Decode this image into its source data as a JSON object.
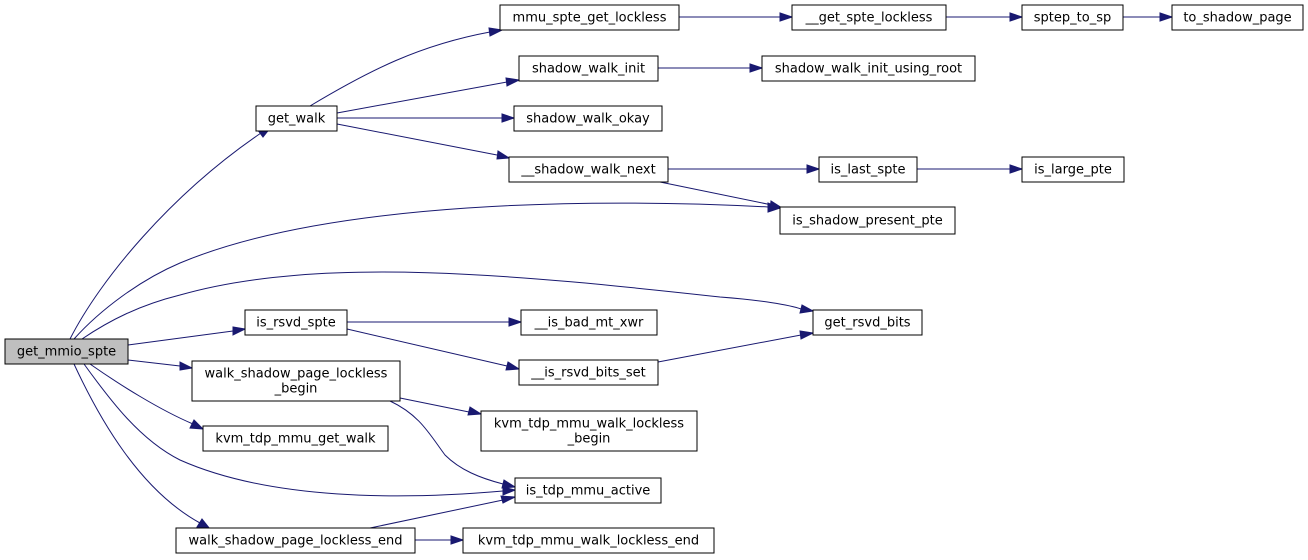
{
  "graph": {
    "nodes": [
      {
        "id": "get_mmio_spte",
        "lines": [
          "get_mmio_spte"
        ],
        "root": true
      },
      {
        "id": "get_walk",
        "lines": [
          "get_walk"
        ]
      },
      {
        "id": "mmu_spte_get_lockless",
        "lines": [
          "mmu_spte_get_lockless"
        ]
      },
      {
        "id": "__get_spte_lockless",
        "lines": [
          "__get_spte_lockless"
        ]
      },
      {
        "id": "sptep_to_sp",
        "lines": [
          "sptep_to_sp"
        ]
      },
      {
        "id": "to_shadow_page",
        "lines": [
          "to_shadow_page"
        ]
      },
      {
        "id": "shadow_walk_init",
        "lines": [
          "shadow_walk_init"
        ]
      },
      {
        "id": "shadow_walk_init_using_root",
        "lines": [
          "shadow_walk_init_using_root"
        ]
      },
      {
        "id": "shadow_walk_okay",
        "lines": [
          "shadow_walk_okay"
        ]
      },
      {
        "id": "__shadow_walk_next",
        "lines": [
          "__shadow_walk_next"
        ]
      },
      {
        "id": "is_last_spte",
        "lines": [
          "is_last_spte"
        ]
      },
      {
        "id": "is_large_pte",
        "lines": [
          "is_large_pte"
        ]
      },
      {
        "id": "is_shadow_present_pte",
        "lines": [
          "is_shadow_present_pte"
        ]
      },
      {
        "id": "get_rsvd_bits",
        "lines": [
          "get_rsvd_bits"
        ]
      },
      {
        "id": "is_rsvd_spte",
        "lines": [
          "is_rsvd_spte"
        ]
      },
      {
        "id": "__is_bad_mt_xwr",
        "lines": [
          "__is_bad_mt_xwr"
        ]
      },
      {
        "id": "__is_rsvd_bits_set",
        "lines": [
          "__is_rsvd_bits_set"
        ]
      },
      {
        "id": "walk_shadow_page_lockless_begin",
        "lines": [
          "walk_shadow_page_lockless",
          "_begin"
        ]
      },
      {
        "id": "kvm_tdp_mmu_walk_lockless_begin",
        "lines": [
          "kvm_tdp_mmu_walk_lockless",
          "_begin"
        ]
      },
      {
        "id": "kvm_tdp_mmu_get_walk",
        "lines": [
          "kvm_tdp_mmu_get_walk"
        ]
      },
      {
        "id": "is_tdp_mmu_active",
        "lines": [
          "is_tdp_mmu_active"
        ]
      },
      {
        "id": "walk_shadow_page_lockless_end",
        "lines": [
          "walk_shadow_page_lockless_end"
        ]
      },
      {
        "id": "kvm_tdp_mmu_walk_lockless_end",
        "lines": [
          "kvm_tdp_mmu_walk_lockless_end"
        ]
      }
    ],
    "edges": [
      {
        "from": "get_mmio_spte",
        "to": "get_walk"
      },
      {
        "from": "get_mmio_spte",
        "to": "is_shadow_present_pte"
      },
      {
        "from": "get_mmio_spte",
        "to": "get_rsvd_bits"
      },
      {
        "from": "get_mmio_spte",
        "to": "is_rsvd_spte"
      },
      {
        "from": "get_mmio_spte",
        "to": "walk_shadow_page_lockless_begin"
      },
      {
        "from": "get_mmio_spte",
        "to": "kvm_tdp_mmu_get_walk"
      },
      {
        "from": "get_mmio_spte",
        "to": "is_tdp_mmu_active"
      },
      {
        "from": "get_mmio_spte",
        "to": "walk_shadow_page_lockless_end"
      },
      {
        "from": "get_walk",
        "to": "mmu_spte_get_lockless"
      },
      {
        "from": "get_walk",
        "to": "shadow_walk_init"
      },
      {
        "from": "get_walk",
        "to": "shadow_walk_okay"
      },
      {
        "from": "get_walk",
        "to": "__shadow_walk_next"
      },
      {
        "from": "mmu_spte_get_lockless",
        "to": "__get_spte_lockless"
      },
      {
        "from": "__get_spte_lockless",
        "to": "sptep_to_sp"
      },
      {
        "from": "sptep_to_sp",
        "to": "to_shadow_page"
      },
      {
        "from": "shadow_walk_init",
        "to": "shadow_walk_init_using_root"
      },
      {
        "from": "__shadow_walk_next",
        "to": "is_last_spte"
      },
      {
        "from": "__shadow_walk_next",
        "to": "is_shadow_present_pte"
      },
      {
        "from": "is_last_spte",
        "to": "is_large_pte"
      },
      {
        "from": "is_rsvd_spte",
        "to": "__is_bad_mt_xwr"
      },
      {
        "from": "is_rsvd_spte",
        "to": "__is_rsvd_bits_set"
      },
      {
        "from": "__is_rsvd_bits_set",
        "to": "get_rsvd_bits"
      },
      {
        "from": "walk_shadow_page_lockless_begin",
        "to": "kvm_tdp_mmu_walk_lockless_begin"
      },
      {
        "from": "walk_shadow_page_lockless_begin",
        "to": "is_tdp_mmu_active"
      },
      {
        "from": "walk_shadow_page_lockless_end",
        "to": "is_tdp_mmu_active"
      },
      {
        "from": "walk_shadow_page_lockless_end",
        "to": "kvm_tdp_mmu_walk_lockless_end"
      }
    ]
  },
  "colors": {
    "edge": "#191970",
    "root_fill": "#bfbfbf",
    "node_fill": "#ffffff",
    "node_border": "#000000"
  }
}
